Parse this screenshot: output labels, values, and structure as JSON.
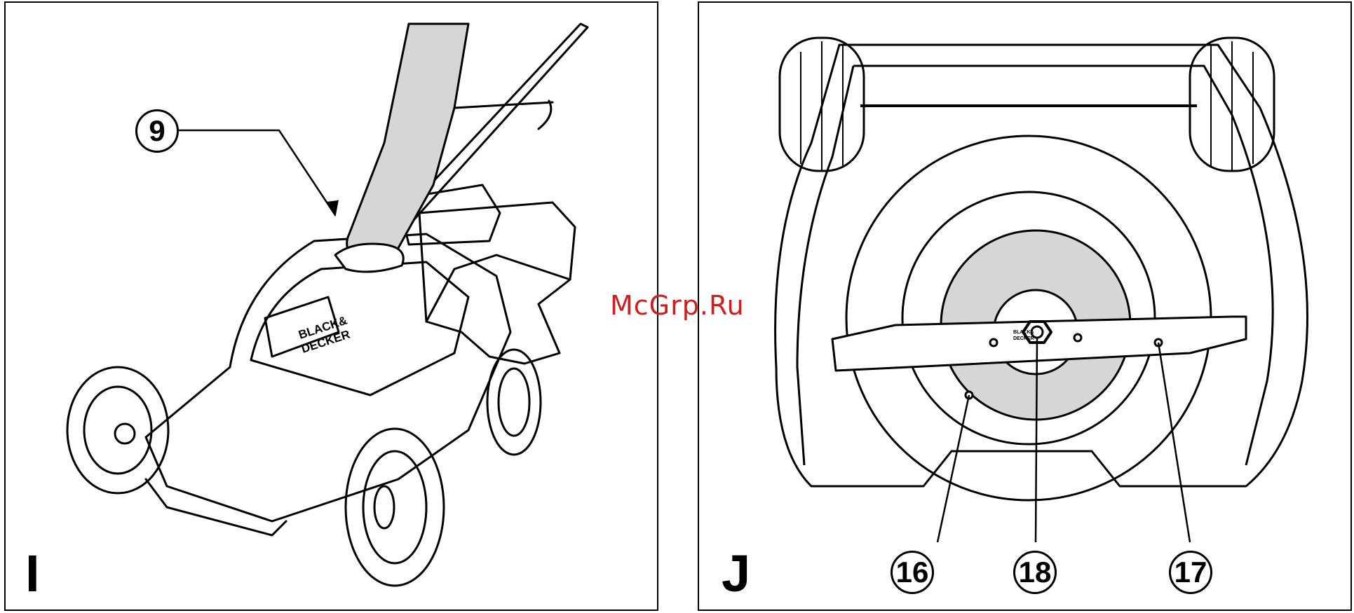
{
  "panel_i": {
    "letter": "I",
    "callouts": [
      {
        "label": "9"
      }
    ],
    "brand_logo": {
      "line1": "BLACK&",
      "line2": "DECKER"
    }
  },
  "panel_j": {
    "letter": "J",
    "callouts": [
      {
        "label": "16"
      },
      {
        "label": "18"
      },
      {
        "label": "17"
      }
    ],
    "blade_logo": {
      "line1": "BLACK&",
      "line2": "DECKER"
    }
  },
  "watermark": "McGrp.Ru",
  "colors": {
    "line": "#000000",
    "background": "#ffffff",
    "shade": "#d6d6d6",
    "watermark": "#cc1f1f"
  }
}
